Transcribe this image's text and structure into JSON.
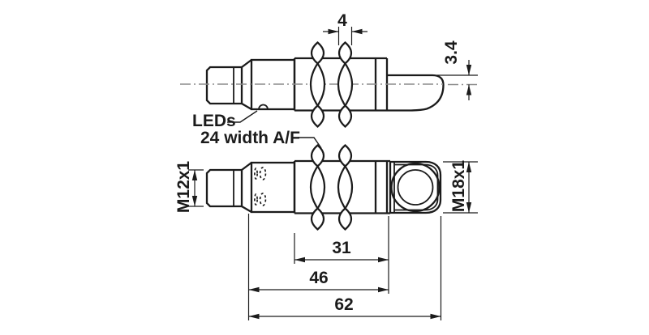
{
  "labels": {
    "leds": "LEDs",
    "wrench_size": "24 width A/F"
  },
  "dimensions": {
    "nut_thickness": "4",
    "face_offset": "3.4",
    "connector_thread": "M12x1",
    "head_thread": "M18x1",
    "thread_length": "31",
    "body_length": "46",
    "overall_length": "62"
  },
  "colors": {
    "line": "#1b1b1b",
    "centerline": "#8c8c8c",
    "background": "#ffffff"
  }
}
